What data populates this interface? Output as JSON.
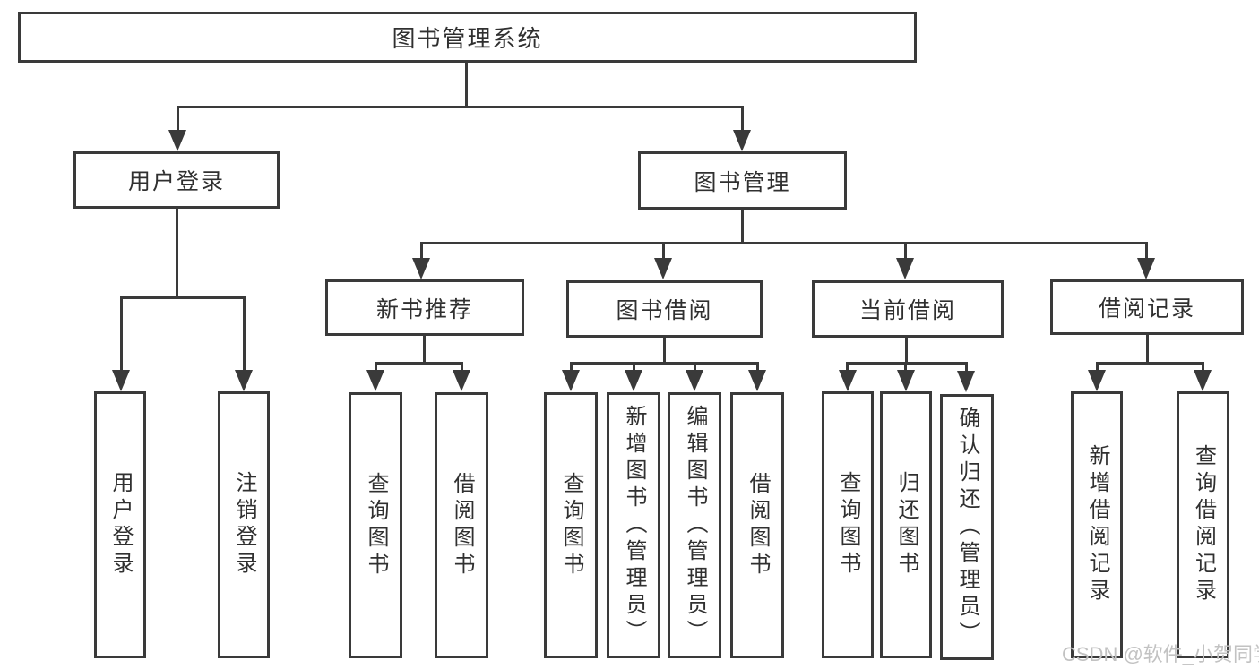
{
  "diagram": {
    "root": {
      "label": "图书管理系统"
    },
    "branches": {
      "login": {
        "label": "用户登录",
        "children": [
          "用户登录",
          "注销登录"
        ]
      },
      "mgmt": {
        "label": "图书管理",
        "children": [
          {
            "label": "新书推荐",
            "children": [
              "查询图书",
              "借阅图书"
            ]
          },
          {
            "label": "图书借阅",
            "children": [
              "查询图书",
              "新增图书（管理员）",
              "编辑图书（管理员）",
              "借阅图书"
            ]
          },
          {
            "label": "当前借阅",
            "children": [
              "查询图书",
              "归还图书",
              "确认归还（管理员）"
            ]
          },
          {
            "label": "借阅记录",
            "children": [
              "新增借阅记录",
              "查询借阅记录"
            ]
          }
        ]
      }
    },
    "watermark": "CSDN @软件_小贺同学"
  },
  "colors": {
    "line": "#3a3a3a",
    "text": "#303030",
    "watermark": "#c2c2c2",
    "bg": "#ffffff"
  }
}
